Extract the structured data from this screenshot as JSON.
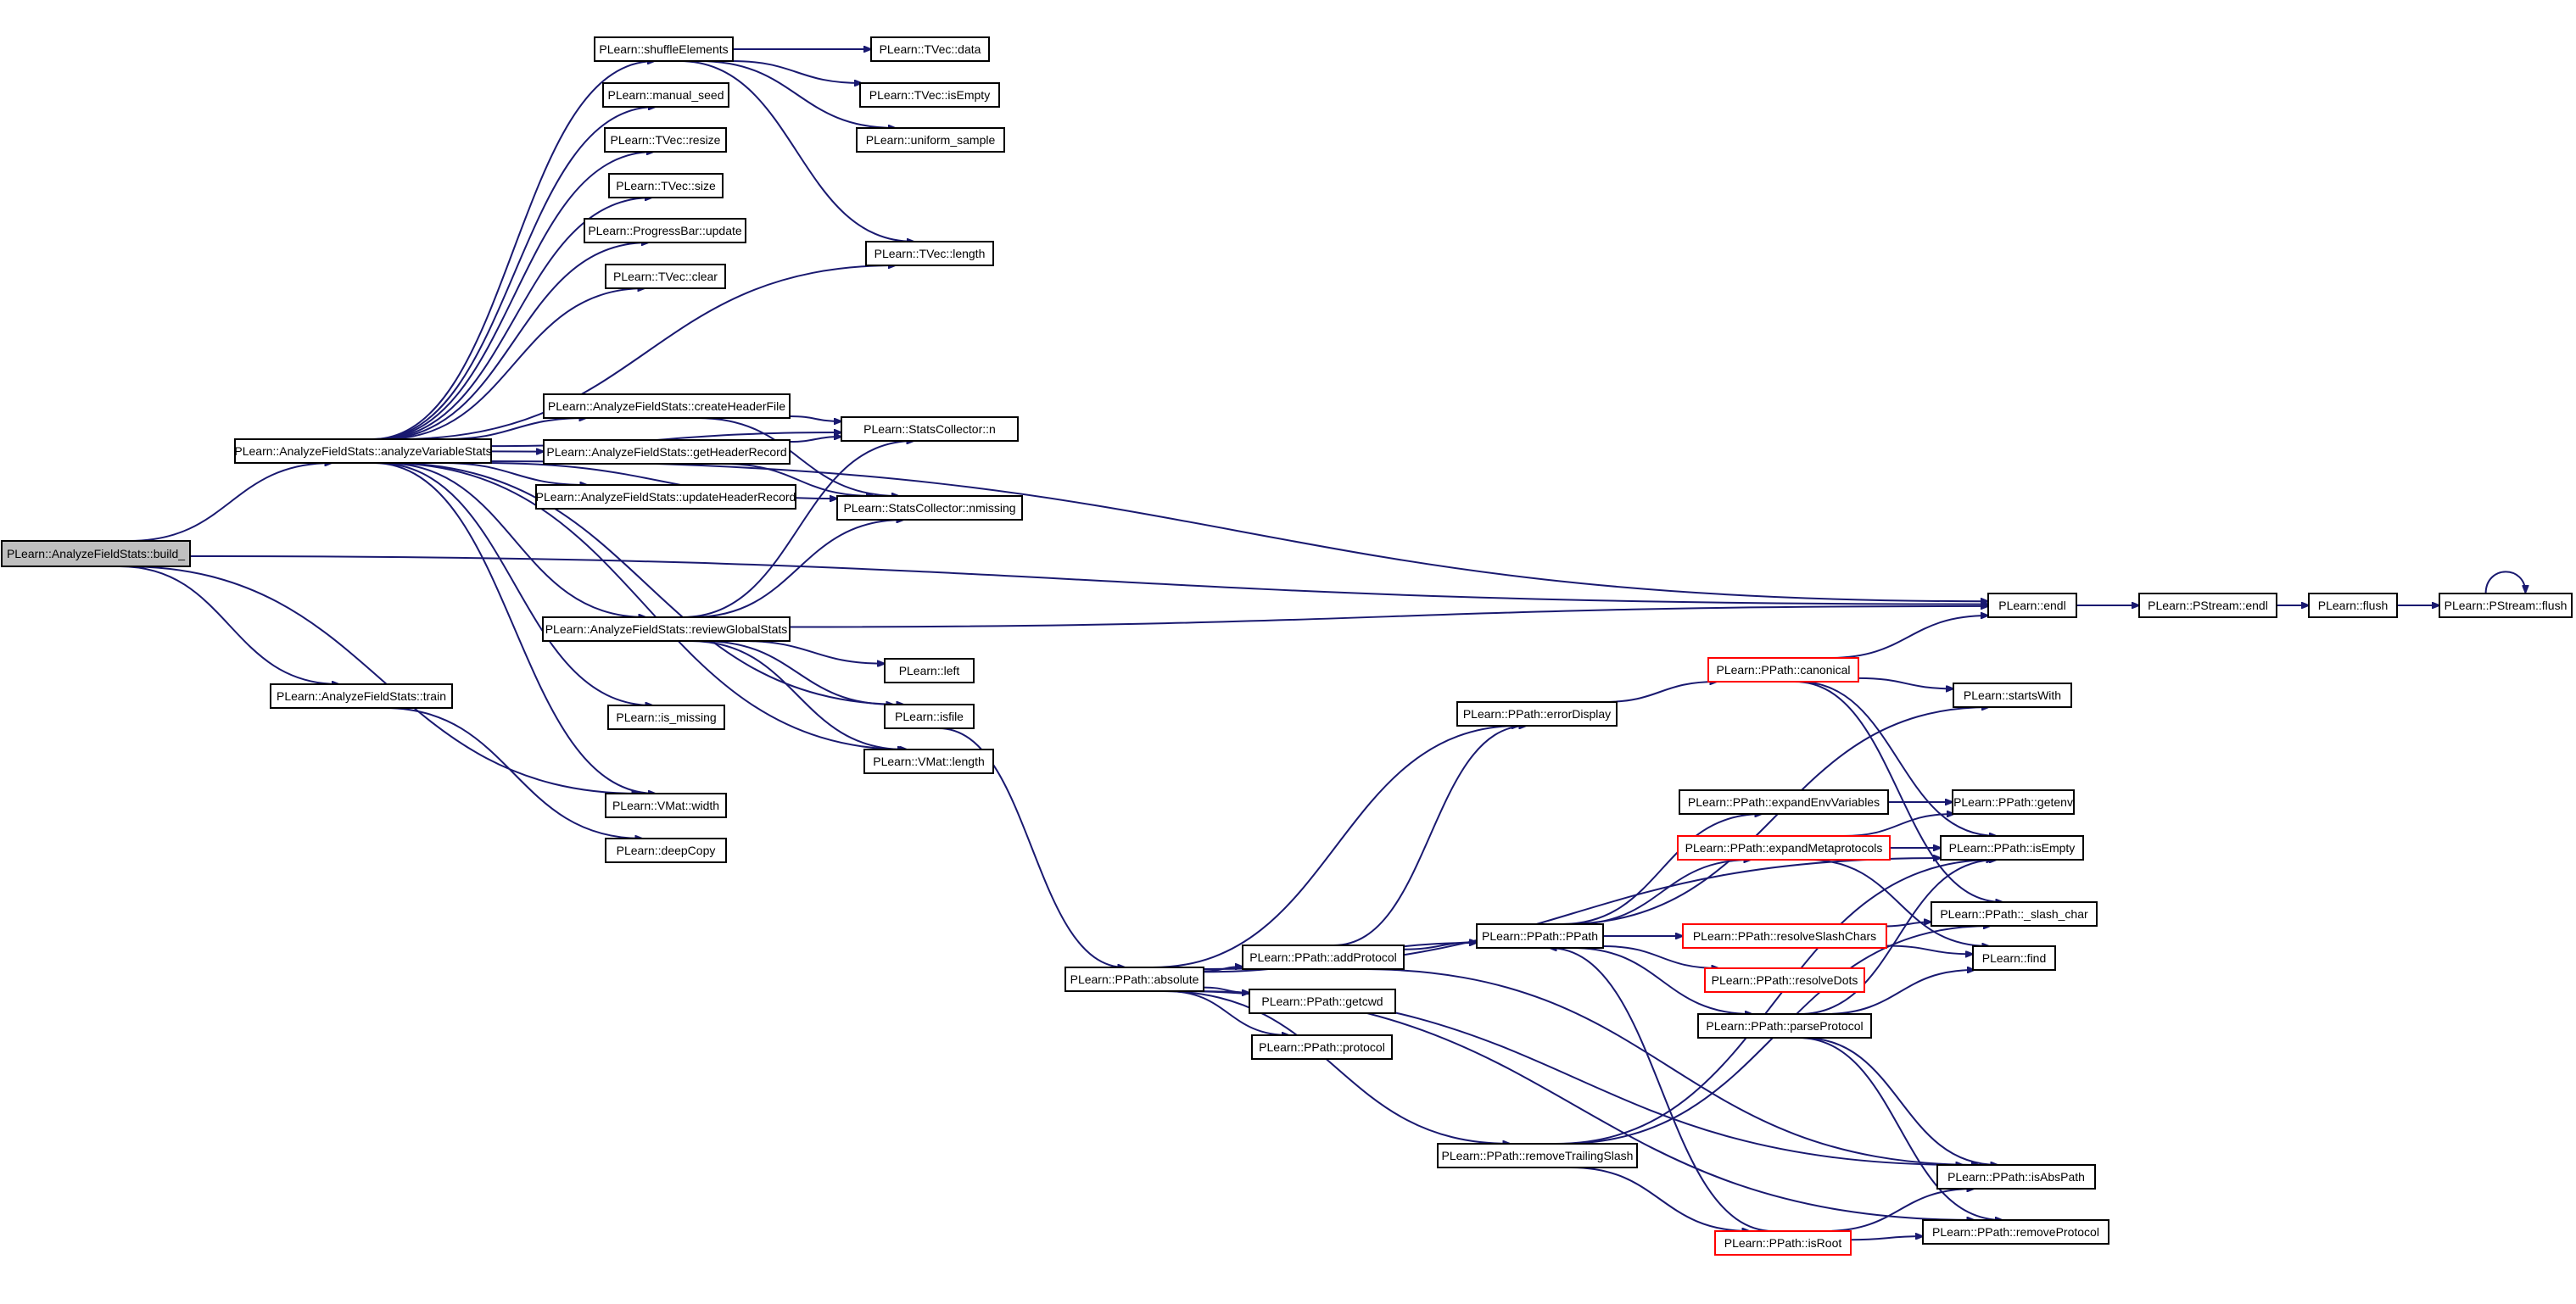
{
  "diagram": {
    "colors": {
      "edge": "#191970",
      "node_border": "#000000",
      "node_border_truncated": "#ff0000",
      "root_fill": "#bfbfbf",
      "node_fill": "#ffffff"
    },
    "nodes": [
      {
        "id": "build",
        "label": "PLearn::AnalyzeFieldStats::build_",
        "root": true
      },
      {
        "id": "analyzeVariableStats",
        "label": "PLearn::AnalyzeFieldStats::analyzeVariableStats"
      },
      {
        "id": "train",
        "label": "PLearn::AnalyzeFieldStats::train"
      },
      {
        "id": "shuffleElements",
        "label": "PLearn::shuffleElements"
      },
      {
        "id": "manual_seed",
        "label": "PLearn::manual_seed"
      },
      {
        "id": "tvec_resize",
        "label": "PLearn::TVec::resize"
      },
      {
        "id": "tvec_size",
        "label": "PLearn::TVec::size"
      },
      {
        "id": "progressbar_update",
        "label": "PLearn::ProgressBar::update"
      },
      {
        "id": "tvec_clear",
        "label": "PLearn::TVec::clear"
      },
      {
        "id": "createHeaderFile",
        "label": "PLearn::AnalyzeFieldStats::createHeaderFile"
      },
      {
        "id": "getHeaderRecord",
        "label": "PLearn::AnalyzeFieldStats::getHeaderRecord"
      },
      {
        "id": "updateHeaderRecord",
        "label": "PLearn::AnalyzeFieldStats::updateHeaderRecord"
      },
      {
        "id": "reviewGlobalStats",
        "label": "PLearn::AnalyzeFieldStats::reviewGlobalStats"
      },
      {
        "id": "is_missing",
        "label": "PLearn::is_missing"
      },
      {
        "id": "vmat_width",
        "label": "PLearn::VMat::width"
      },
      {
        "id": "deepCopy",
        "label": "PLearn::deepCopy"
      },
      {
        "id": "tvec_data",
        "label": "PLearn::TVec::data"
      },
      {
        "id": "tvec_isEmpty",
        "label": "PLearn::TVec::isEmpty"
      },
      {
        "id": "uniform_sample",
        "label": "PLearn::uniform_sample"
      },
      {
        "id": "tvec_length",
        "label": "PLearn::TVec::length"
      },
      {
        "id": "stats_n",
        "label": "PLearn::StatsCollector::n"
      },
      {
        "id": "stats_nmissing",
        "label": "PLearn::StatsCollector::nmissing"
      },
      {
        "id": "left",
        "label": "PLearn::left"
      },
      {
        "id": "isfile",
        "label": "PLearn::isfile"
      },
      {
        "id": "vmat_length",
        "label": "PLearn::VMat::length"
      },
      {
        "id": "endl",
        "label": "PLearn::endl"
      },
      {
        "id": "pstream_endl",
        "label": "PLearn::PStream::endl"
      },
      {
        "id": "flush",
        "label": "PLearn::flush"
      },
      {
        "id": "pstream_flush",
        "label": "PLearn::PStream::flush"
      },
      {
        "id": "absolute",
        "label": "PLearn::PPath::absolute"
      },
      {
        "id": "addProtocol",
        "label": "PLearn::PPath::addProtocol"
      },
      {
        "id": "getcwd",
        "label": "PLearn::PPath::getcwd"
      },
      {
        "id": "protocol",
        "label": "PLearn::PPath::protocol"
      },
      {
        "id": "errorDisplay",
        "label": "PLearn::PPath::errorDisplay"
      },
      {
        "id": "ppath",
        "label": "PLearn::PPath::PPath"
      },
      {
        "id": "removeTrailingSlash",
        "label": "PLearn::PPath::removeTrailingSlash"
      },
      {
        "id": "canonical",
        "label": "PLearn::PPath::canonical",
        "truncated": true
      },
      {
        "id": "expandEnvVariables",
        "label": "PLearn::PPath::expandEnvVariables"
      },
      {
        "id": "expandMetaprotocols",
        "label": "PLearn::PPath::expandMetaprotocols",
        "truncated": true
      },
      {
        "id": "resolveSlashChars",
        "label": "PLearn::PPath::resolveSlashChars",
        "truncated": true
      },
      {
        "id": "resolveDots",
        "label": "PLearn::PPath::resolveDots",
        "truncated": true
      },
      {
        "id": "parseProtocol",
        "label": "PLearn::PPath::parseProtocol"
      },
      {
        "id": "isRoot",
        "label": "PLearn::PPath::isRoot",
        "truncated": true
      },
      {
        "id": "startsWith",
        "label": "PLearn::startsWith"
      },
      {
        "id": "getenv",
        "label": "PLearn::PPath::getenv"
      },
      {
        "id": "ppath_isEmpty",
        "label": "PLearn::PPath::isEmpty"
      },
      {
        "id": "slash_char",
        "label": "PLearn::PPath::_slash_char"
      },
      {
        "id": "find",
        "label": "PLearn::find"
      },
      {
        "id": "isAbsPath",
        "label": "PLearn::PPath::isAbsPath"
      },
      {
        "id": "removeProtocol",
        "label": "PLearn::PPath::removeProtocol"
      }
    ],
    "edges": [
      [
        "build",
        "analyzeVariableStats"
      ],
      [
        "build",
        "train"
      ],
      [
        "build",
        "endl"
      ],
      [
        "build",
        "vmat_width"
      ],
      [
        "analyzeVariableStats",
        "shuffleElements"
      ],
      [
        "analyzeVariableStats",
        "manual_seed"
      ],
      [
        "analyzeVariableStats",
        "tvec_resize"
      ],
      [
        "analyzeVariableStats",
        "tvec_size"
      ],
      [
        "analyzeVariableStats",
        "progressbar_update"
      ],
      [
        "analyzeVariableStats",
        "tvec_clear"
      ],
      [
        "analyzeVariableStats",
        "tvec_length"
      ],
      [
        "analyzeVariableStats",
        "createHeaderFile"
      ],
      [
        "analyzeVariableStats",
        "stats_n"
      ],
      [
        "analyzeVariableStats",
        "getHeaderRecord"
      ],
      [
        "analyzeVariableStats",
        "updateHeaderRecord"
      ],
      [
        "analyzeVariableStats",
        "stats_nmissing"
      ],
      [
        "analyzeVariableStats",
        "endl"
      ],
      [
        "analyzeVariableStats",
        "reviewGlobalStats"
      ],
      [
        "analyzeVariableStats",
        "isfile"
      ],
      [
        "analyzeVariableStats",
        "is_missing"
      ],
      [
        "analyzeVariableStats",
        "vmat_length"
      ],
      [
        "analyzeVariableStats",
        "vmat_width"
      ],
      [
        "train",
        "deepCopy"
      ],
      [
        "shuffleElements",
        "tvec_data"
      ],
      [
        "shuffleElements",
        "tvec_isEmpty"
      ],
      [
        "shuffleElements",
        "uniform_sample"
      ],
      [
        "shuffleElements",
        "tvec_length"
      ],
      [
        "createHeaderFile",
        "stats_n"
      ],
      [
        "createHeaderFile",
        "stats_nmissing"
      ],
      [
        "getHeaderRecord",
        "stats_n"
      ],
      [
        "getHeaderRecord",
        "stats_nmissing"
      ],
      [
        "reviewGlobalStats",
        "stats_n"
      ],
      [
        "reviewGlobalStats",
        "stats_nmissing"
      ],
      [
        "reviewGlobalStats",
        "endl"
      ],
      [
        "reviewGlobalStats",
        "left"
      ],
      [
        "reviewGlobalStats",
        "isfile"
      ],
      [
        "reviewGlobalStats",
        "vmat_length"
      ],
      [
        "isfile",
        "absolute"
      ],
      [
        "endl",
        "pstream_endl"
      ],
      [
        "pstream_endl",
        "flush"
      ],
      [
        "flush",
        "pstream_flush"
      ],
      [
        "pstream_flush",
        "pstream_flush"
      ],
      [
        "absolute",
        "errorDisplay"
      ],
      [
        "absolute",
        "addProtocol"
      ],
      [
        "absolute",
        "ppath"
      ],
      [
        "absolute",
        "getcwd"
      ],
      [
        "absolute",
        "protocol"
      ],
      [
        "absolute",
        "removeTrailingSlash"
      ],
      [
        "absolute",
        "ppath_isEmpty"
      ],
      [
        "absolute",
        "isAbsPath"
      ],
      [
        "absolute",
        "removeProtocol"
      ],
      [
        "addProtocol",
        "errorDisplay"
      ],
      [
        "addProtocol",
        "ppath"
      ],
      [
        "addProtocol",
        "isAbsPath"
      ],
      [
        "errorDisplay",
        "canonical"
      ],
      [
        "canonical",
        "endl"
      ],
      [
        "canonical",
        "startsWith"
      ],
      [
        "canonical",
        "ppath_isEmpty"
      ],
      [
        "canonical",
        "slash_char"
      ],
      [
        "ppath",
        "startsWith"
      ],
      [
        "ppath",
        "expandEnvVariables"
      ],
      [
        "ppath",
        "expandMetaprotocols"
      ],
      [
        "ppath",
        "resolveSlashChars"
      ],
      [
        "ppath",
        "resolveDots"
      ],
      [
        "ppath",
        "parseProtocol"
      ],
      [
        "expandEnvVariables",
        "getenv"
      ],
      [
        "expandMetaprotocols",
        "ppath_isEmpty"
      ],
      [
        "expandMetaprotocols",
        "getenv"
      ],
      [
        "expandMetaprotocols",
        "find"
      ],
      [
        "resolveSlashChars",
        "slash_char"
      ],
      [
        "resolveSlashChars",
        "find"
      ],
      [
        "parseProtocol",
        "ppath_isEmpty"
      ],
      [
        "parseProtocol",
        "find"
      ],
      [
        "parseProtocol",
        "isAbsPath"
      ],
      [
        "parseProtocol",
        "removeProtocol"
      ],
      [
        "removeTrailingSlash",
        "ppath_isEmpty"
      ],
      [
        "removeTrailingSlash",
        "slash_char"
      ],
      [
        "removeTrailingSlash",
        "isRoot"
      ],
      [
        "isRoot",
        "ppath"
      ],
      [
        "isRoot",
        "isAbsPath"
      ],
      [
        "isRoot",
        "removeProtocol"
      ]
    ]
  }
}
